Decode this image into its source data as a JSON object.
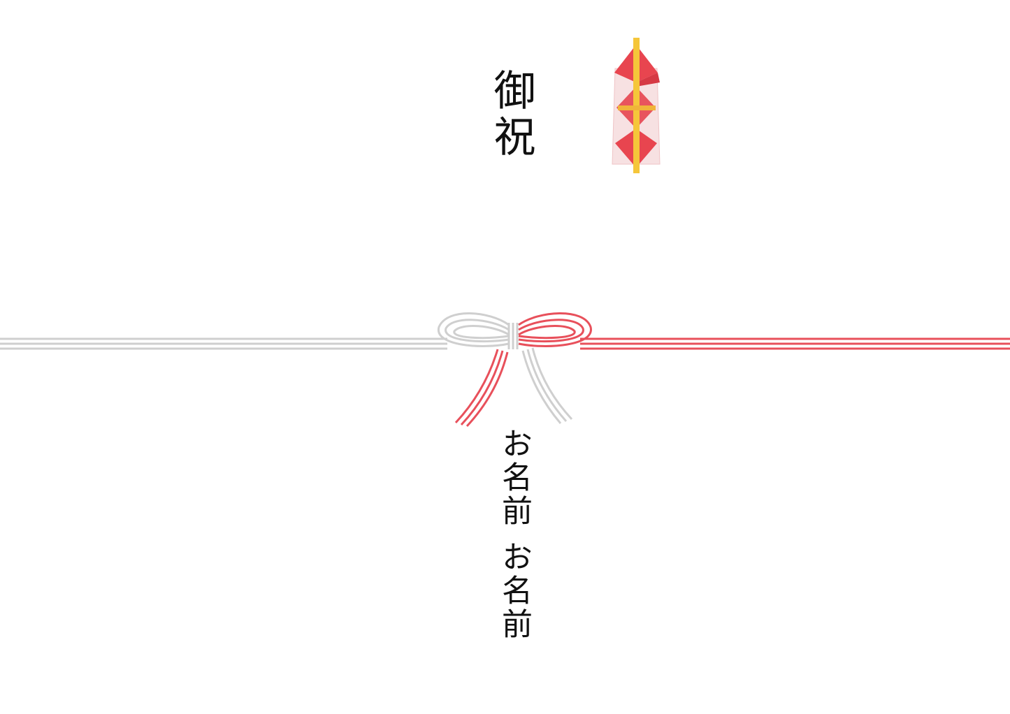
{
  "noshi": {
    "omotegaki": "御祝",
    "names": [
      "お名前",
      "お名前"
    ]
  },
  "colors": {
    "red_cord": "#e8505b",
    "white_cord": "#cfcfcf",
    "noshi_red": "#e8454f",
    "noshi_pink": "#f6dadb",
    "noshi_gold": "#f5c63a"
  },
  "icons": {
    "noshi_ornament": "noshi-ornament-icon",
    "mizuhiki_bow": "mizuhiki-bow-icon"
  }
}
